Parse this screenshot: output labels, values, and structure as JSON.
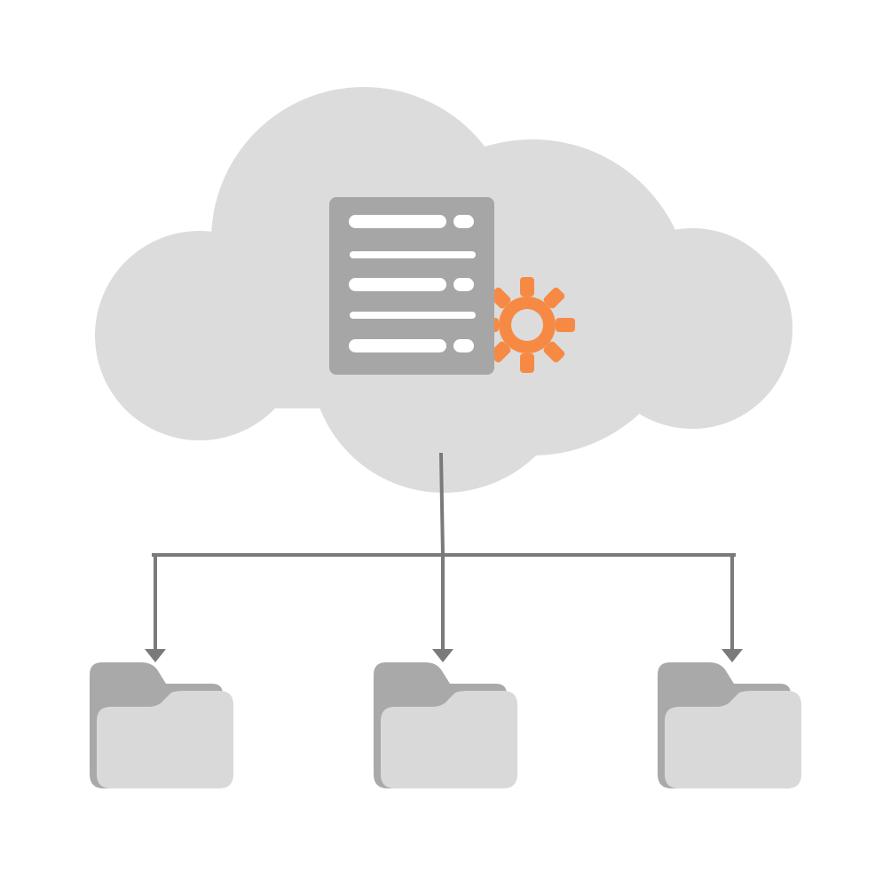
{
  "diagram": {
    "type": "cloud-storage-distribution",
    "nodes": [
      {
        "id": "cloud",
        "kind": "cloud",
        "icon": "cloud-icon"
      },
      {
        "id": "server",
        "kind": "server-rack",
        "icon": "server-rack-icon",
        "units": 3
      },
      {
        "id": "settings",
        "kind": "gear",
        "icon": "gear-icon"
      },
      {
        "id": "folder-1",
        "kind": "folder",
        "icon": "folder-icon"
      },
      {
        "id": "folder-2",
        "kind": "folder",
        "icon": "folder-icon"
      },
      {
        "id": "folder-3",
        "kind": "folder",
        "icon": "folder-icon"
      }
    ],
    "edges": [
      {
        "from": "cloud",
        "to": "folder-1",
        "arrow": true
      },
      {
        "from": "cloud",
        "to": "folder-2",
        "arrow": true
      },
      {
        "from": "cloud",
        "to": "folder-3",
        "arrow": true
      }
    ]
  },
  "colors": {
    "background": "#ffffff",
    "cloud": "#dcdcdc",
    "server_frame": "#a6a6a6",
    "server_slot": "#ffffff",
    "gear": "#f68a45",
    "connector": "#7a7a7a",
    "folder_back": "#a9a9a9",
    "folder_front": "#d9d9d9"
  }
}
